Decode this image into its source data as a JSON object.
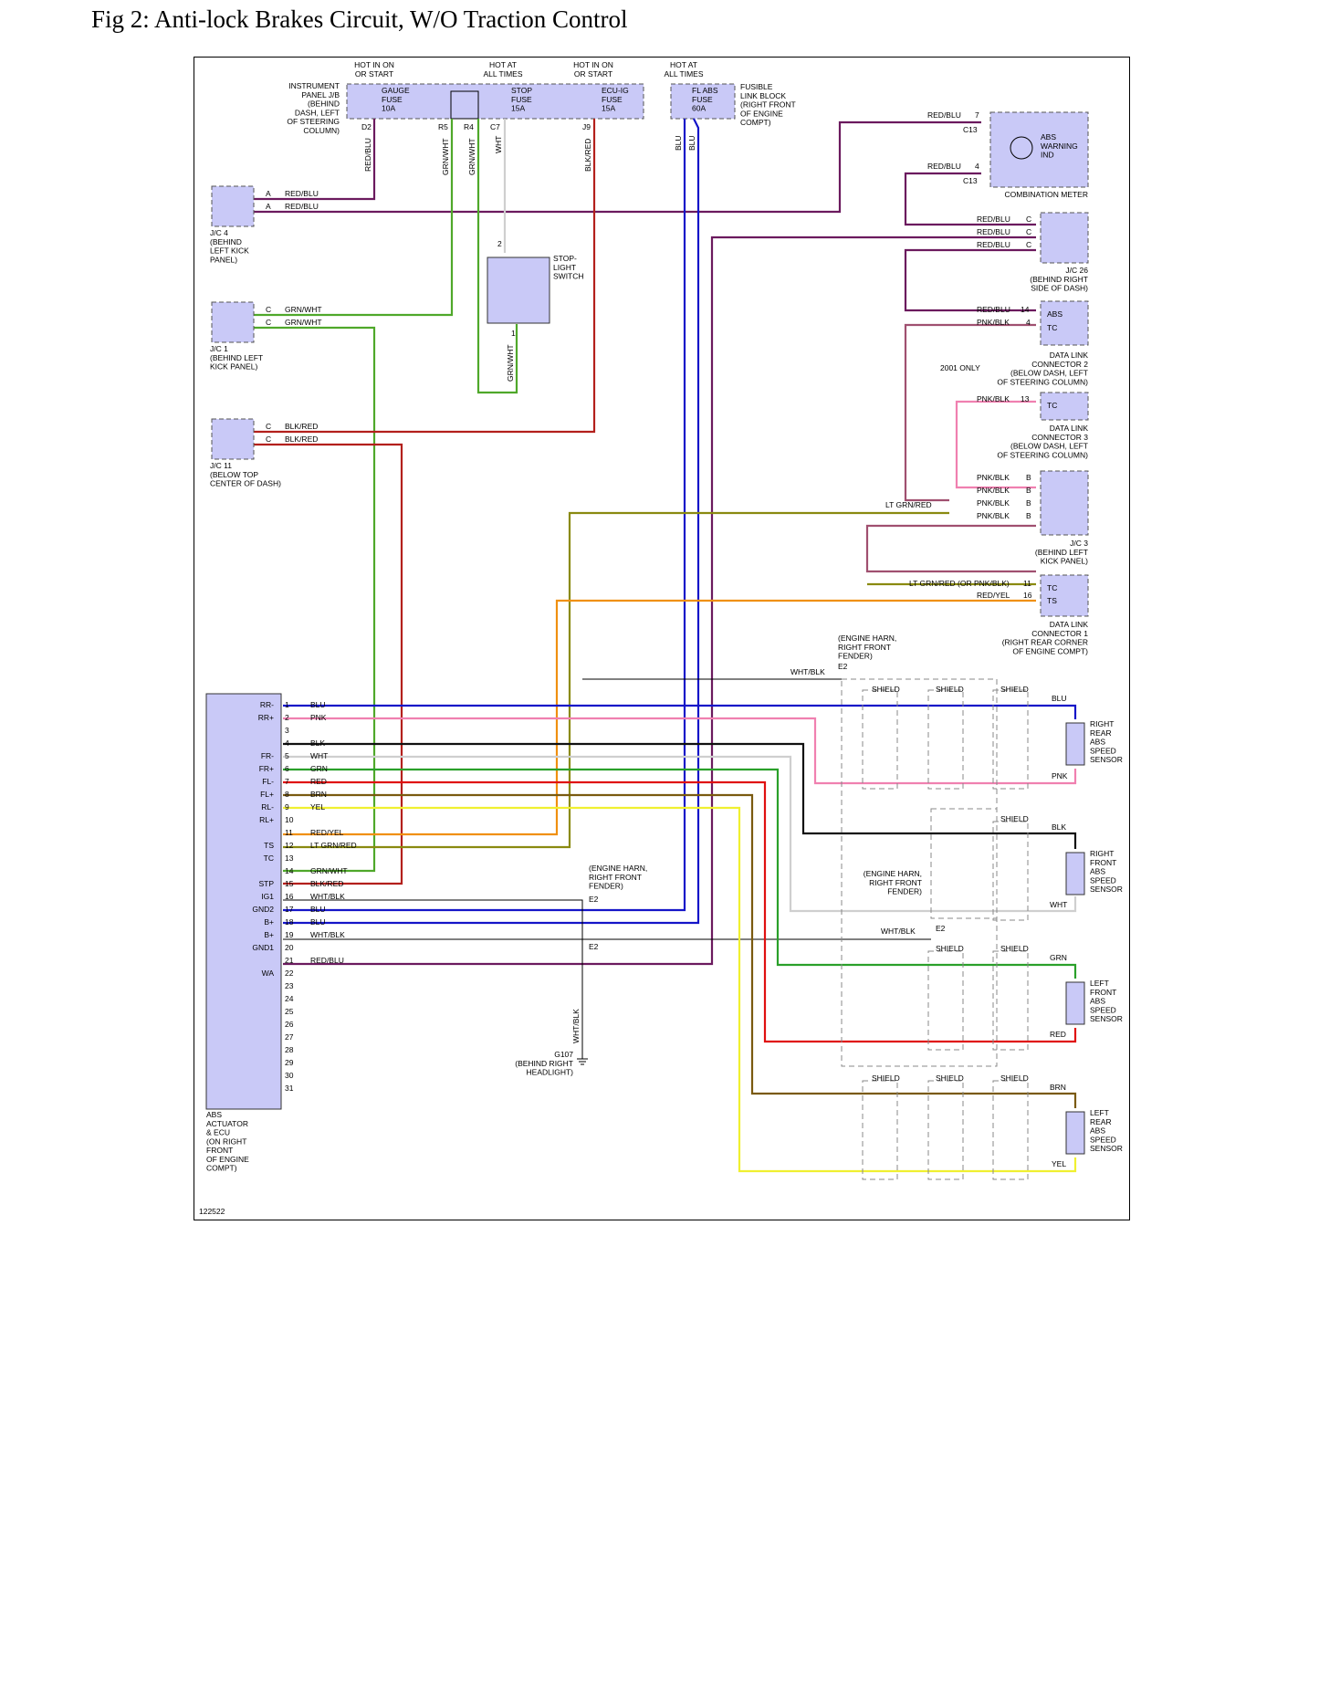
{
  "title": "Fig 2: Anti-lock Brakes Circuit, W/O Traction Control",
  "figure_id": "122522",
  "colors": {
    "red_blu": "#6b1a5e",
    "grn_wht": "#4fa82a",
    "blk_red": "#b3201c",
    "wht": "#cfcfcf",
    "blu": "#1515c8",
    "pnk": "#f080b0",
    "blk": "#111111",
    "grn": "#2aa02a",
    "red": "#e01010",
    "brn": "#7a5a10",
    "yel": "#f0f030",
    "red_yel": "#f09010",
    "lt_grn_red": "#8a8a10",
    "pnk_blk": "#a05070",
    "wht_blk": "#555555",
    "component_fill": "#c9c9f7"
  },
  "power": {
    "hot_ign_1": "HOT IN ON\nOR START",
    "hot_all_1": "HOT AT\nALL TIMES",
    "hot_ign_2": "HOT IN ON\nOR START",
    "hot_all_2": "HOT AT\nALL TIMES",
    "ip_jb": "INSTRUMENT\nPANEL J/B\n(BEHIND\nDASH, LEFT\nOF STEERING\nCOLUMN)",
    "gauge_fuse": "GAUGE\nFUSE\n10A",
    "stop_fuse": "STOP\nFUSE\n15A",
    "ecu_fuse": "ECU-IG\nFUSE\n15A",
    "fl_abs_fuse": "FL ABS\nFUSE\n60A",
    "fusible_block": "FUSIBLE\nLINK BLOCK\n(RIGHT FRONT\nOF ENGINE\nCOMPT)",
    "pins": [
      "D2",
      "R5",
      "R4",
      "C7",
      "J9"
    ]
  },
  "wire_labels": {
    "red_blu": "RED/BLU",
    "grn_wht": "GRN/WHT",
    "wht": "WHT",
    "blk_red": "BLK/RED",
    "blu": "BLU",
    "pnk_blk": "PNK/BLK",
    "lt_grn_red": "LT GRN/RED",
    "lt_grn_red_alt": "LT GRN/RED (OR PNK/BLK)",
    "red_yel": "RED/YEL",
    "wht_blk": "WHT/BLK",
    "blk": "BLK",
    "pnk": "PNK",
    "grn": "GRN",
    "red": "RED",
    "brn": "BRN",
    "yel": "YEL",
    "shield": "SHIELD"
  },
  "connectors": {
    "jc4": "J/C 4\n(BEHIND\nLEFT KICK\nPANEL)",
    "jc1": "J/C 1\n(BEHIND LEFT\nKICK PANEL)",
    "jc11": "J/C 11\n(BELOW TOP\nCENTER OF DASH)",
    "jc26": "J/C 26\n(BEHIND RIGHT\nSIDE OF DASH)",
    "jc3": "J/C 3\n(BEHIND LEFT\nKICK PANEL)",
    "dlc2": "DATA LINK\nCONNECTOR 2\n(BELOW DASH, LEFT\nOF STEERING COLUMN)",
    "dlc3": "DATA LINK\nCONNECTOR 3\n(BELOW DASH, LEFT\nOF STEERING COLUMN)",
    "dlc1": "DATA LINK\nCONNECTOR 1\n(RIGHT REAR CORNER\nOF ENGINE COMPT)",
    "combo_meter": "COMBINATION METER",
    "abs_ind": "ABS\nWARNING\nIND",
    "c13": "C13",
    "stop_switch": "STOP-\nLIGHT\nSWITCH",
    "only_2001": "2001 ONLY",
    "engine_harn_1": "(ENGINE HARN,\nRIGHT FRONT\nFENDER)",
    "engine_harn_2": "(ENGINE HARN,\nRIGHT FRONT\nFENDER)",
    "engine_harn_3": "(ENGINE HARN,\nRIGHT FRONT\nFENDER)",
    "e2": "E2",
    "g107": "G107\n(BEHIND RIGHT\nHEADLIGHT)",
    "ecu": "ABS\nACTUATOR\n& ECU\n(ON RIGHT\nFRONT\nOF ENGINE\nCOMPT)"
  },
  "sensors": {
    "rr": "RIGHT\nREAR\nABS\nSPEED\nSENSOR",
    "rf": "RIGHT\nFRONT\nABS\nSPEED\nSENSOR",
    "lf": "LEFT\nFRONT\nABS\nSPEED\nSENSOR",
    "lr": "LEFT\nREAR\nABS\nSPEED\nSENSOR"
  },
  "ecu_pins": [
    {
      "n": "1",
      "name": "RR-",
      "wire": "BLU"
    },
    {
      "n": "2",
      "name": "RR+",
      "wire": "PNK"
    },
    {
      "n": "3",
      "name": "",
      "wire": ""
    },
    {
      "n": "4",
      "name": "",
      "wire": "BLK"
    },
    {
      "n": "5",
      "name": "FR-",
      "wire": "WHT"
    },
    {
      "n": "6",
      "name": "FR+",
      "wire": "GRN"
    },
    {
      "n": "7",
      "name": "FL-",
      "wire": "RED"
    },
    {
      "n": "8",
      "name": "FL+",
      "wire": "BRN"
    },
    {
      "n": "9",
      "name": "RL-",
      "wire": "YEL"
    },
    {
      "n": "10",
      "name": "RL+",
      "wire": ""
    },
    {
      "n": "11",
      "name": "",
      "wire": "RED/YEL"
    },
    {
      "n": "12",
      "name": "TS",
      "wire": "LT GRN/RED"
    },
    {
      "n": "13",
      "name": "TC",
      "wire": ""
    },
    {
      "n": "14",
      "name": "",
      "wire": "GRN/WHT"
    },
    {
      "n": "15",
      "name": "STP",
      "wire": "BLK/RED"
    },
    {
      "n": "16",
      "name": "IG1",
      "wire": "WHT/BLK"
    },
    {
      "n": "17",
      "name": "GND2",
      "wire": "BLU"
    },
    {
      "n": "18",
      "name": "B+",
      "wire": "BLU"
    },
    {
      "n": "19",
      "name": "B+",
      "wire": "WHT/BLK"
    },
    {
      "n": "20",
      "name": "GND1",
      "wire": ""
    },
    {
      "n": "21",
      "name": "",
      "wire": "RED/BLU"
    },
    {
      "n": "22",
      "name": "WA",
      "wire": ""
    },
    {
      "n": "23",
      "name": "",
      "wire": ""
    },
    {
      "n": "24",
      "name": "",
      "wire": ""
    },
    {
      "n": "25",
      "name": "",
      "wire": ""
    },
    {
      "n": "26",
      "name": "",
      "wire": ""
    },
    {
      "n": "27",
      "name": "",
      "wire": ""
    },
    {
      "n": "28",
      "name": "",
      "wire": ""
    },
    {
      "n": "29",
      "name": "",
      "wire": ""
    },
    {
      "n": "30",
      "name": "",
      "wire": ""
    },
    {
      "n": "31",
      "name": "",
      "wire": ""
    }
  ],
  "pin_misc": {
    "a": "A",
    "c": "C",
    "b": "B",
    "p7": "7",
    "p4": "4",
    "p14": "14",
    "p13": "13",
    "p11": "11",
    "p16": "16",
    "p2": "2",
    "p1": "1",
    "abs": "ABS",
    "tc": "TC",
    "ts": "TS"
  }
}
